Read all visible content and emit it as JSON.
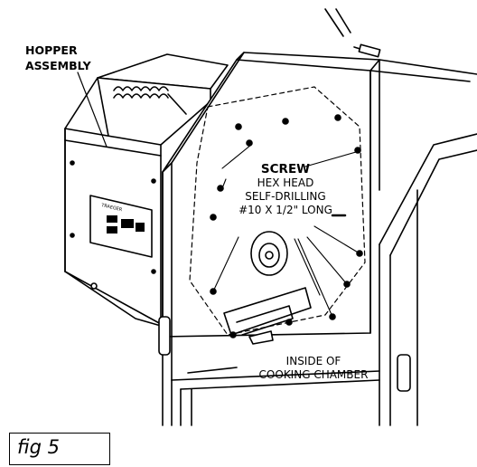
{
  "labels": {
    "hopper_line1": "HOPPER",
    "hopper_line2": "ASSEMBLY",
    "screw_title": "SCREW",
    "screw_line1": "HEX HEAD",
    "screw_line2": "SELF-DRILLING",
    "screw_line3": "#10 X 1/2\" LONG",
    "chamber_line1": "INSIDE OF",
    "chamber_line2": "COOKING CHAMBER",
    "figure_number": "fig 5"
  },
  "panel_text": {
    "brand": "TRAEGER"
  }
}
